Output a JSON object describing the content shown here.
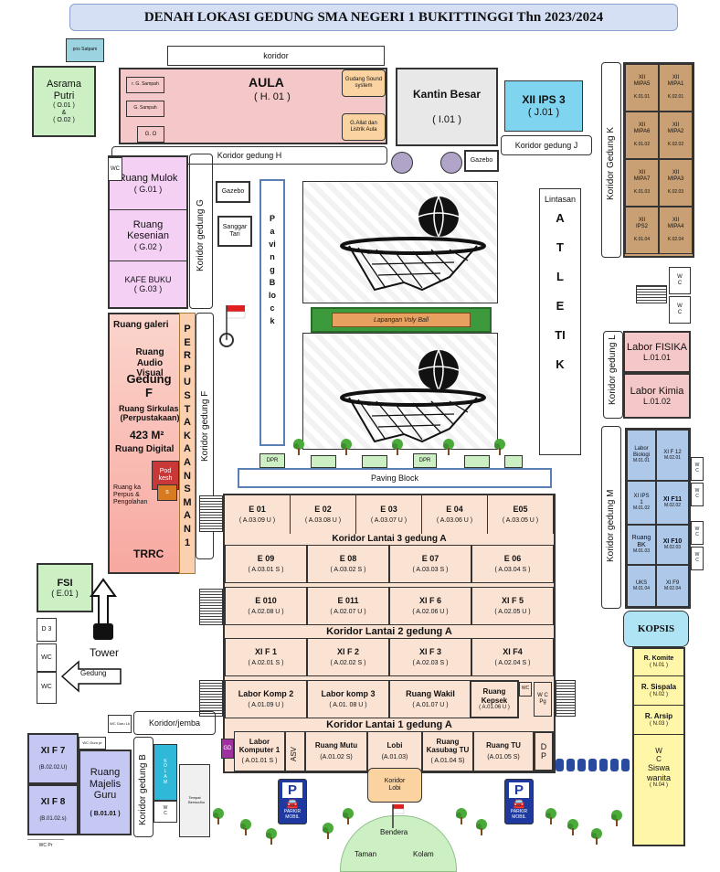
{
  "title": "DENAH LOKASI GEDUNG SMA NEGERI 1 BUKITTINGGI Thn 2023/2024",
  "colors": {
    "pink": "#f4c8c8",
    "peach": "#fbe3d4",
    "violet": "#f5d0f5",
    "brown": "#c8a074",
    "blue": "#aec8ea",
    "yellow": "#fff6a8",
    "cyan": "#7fd4f0",
    "green": "#ccf0c4",
    "salmon": "#f7b0a8",
    "teal": "#2fb8d8"
  },
  "top": {
    "pos_satpam": "pos Satpam",
    "koridor": "koridor",
    "asrama": {
      "name": "Asrama Putri",
      "code1": "( O.01 )",
      "amp": "&",
      "code2": "( O.02 )"
    },
    "aula": {
      "name": "AULA",
      "code": "( H. 01 )",
      "gudang_sampah": "r. G. Sampah",
      "g_sampah": "G. Sampah",
      "go": "G. O",
      "gudang_sound": "Gudang Sound system",
      "gallat": "G.Allat dan Listrik Aula"
    },
    "kantin": {
      "name": "Kantin Besar",
      "code": "( I.01 )"
    },
    "xi_ips3": {
      "name": "XII IPS 3",
      "code": "( J.01 )"
    },
    "koridor_h": "Koridor gedung H",
    "koridor_j": "Koridor gedung J",
    "gazebo": "Gazebo"
  },
  "gedung_g": {
    "wc": "WC",
    "mulok": {
      "name": "Ruang Mulok",
      "code": "( G.01 )"
    },
    "kesenian": {
      "name": "Ruang Kesenian",
      "code": "( G.02 )"
    },
    "kafe": {
      "name": "KAFE BUKU",
      "code": "( G.03 )"
    },
    "koridor": "Koridor gedung G",
    "gazebo": "Gazebo",
    "sanggar": "Sanggar Tari"
  },
  "gedung_f": {
    "galeri": "Ruang galeri",
    "audio": "Ruang Audio Visual",
    "gedung": "Gedung F",
    "sirkulasi": "Ruang Sirkulasi (Perpustakaan)",
    "luas": "423 M²",
    "digital": "Ruang Digital",
    "podkesh": "Pod kesh",
    "s": "s",
    "kepala": "Ruang ka Perpus & Pengolahan",
    "trrc": "TRRC",
    "perpustakaan": "PERPUSTAKAAN SMAN 1",
    "koridor": "Koridor gedung F"
  },
  "center": {
    "paving_block": "Paving Block",
    "lapangan_voly": "Lapangan Voly Ball",
    "dpr": "DPR",
    "lintasan": "Lintasan",
    "atletik": "ATLETIK"
  },
  "gedung_k": {
    "koridor": "Koridor Gedung K",
    "rooms": [
      {
        "l1": "XII",
        "l2": "MIPA5",
        "code": "K.01.01"
      },
      {
        "l1": "XII",
        "l2": "MIPA1",
        "code": "K.02.01"
      },
      {
        "l1": "XII",
        "l2": "MIPA6",
        "code": "K.01.02"
      },
      {
        "l1": "XII",
        "l2": "MIPA2",
        "code": "K.02.02"
      },
      {
        "l1": "XII",
        "l2": "MIPA7",
        "code": "K.01.03"
      },
      {
        "l1": "XII",
        "l2": "MIPA3",
        "code": "K.02.03"
      },
      {
        "l1": "XII",
        "l2": "IPS2",
        "code": "K.01.04"
      },
      {
        "l1": "XII",
        "l2": "MIPA4",
        "code": "K.02.04"
      }
    ],
    "wc": "W C"
  },
  "gedung_l": {
    "koridor": "Koridor gedung L",
    "fisika": {
      "name": "Labor FISIKA",
      "code": "L.01.01"
    },
    "kimia": {
      "name": "Labor Kimia",
      "code": "L.01.02"
    }
  },
  "gedung_m": {
    "koridor": "Koridor gedung M",
    "biologi": {
      "name": "Labor Biologi",
      "code": "M.01.01"
    },
    "xf12": {
      "name": "XI F 12",
      "code": "M.02.01"
    },
    "ips1": {
      "name": "XI IPS 1",
      "code": "M.01.02"
    },
    "xf11": {
      "name": "XI F11",
      "code": "M.02.02"
    },
    "bk": {
      "name": "Ruang BK",
      "code": "M.01.03"
    },
    "xf10": {
      "name": "XI F10",
      "code": "M.02.03"
    },
    "uks": {
      "name": "UKS",
      "code": "M.01.04"
    },
    "xf9": {
      "name": "XI F9",
      "code": "M.02.04"
    },
    "wc": "W C"
  },
  "kopsis": "KOPSIS",
  "gedung_n": {
    "komite": {
      "name": "R. Komite",
      "code": "( N.01 )"
    },
    "sispala": {
      "name": "R. Sispala",
      "code": "( N.02 )"
    },
    "arsip": {
      "name": "R. Arsip",
      "code": "( N.03 )"
    },
    "wc_siswa": {
      "l1": "W C",
      "l2": "Siswa wanita",
      "code": "( N.04 )"
    }
  },
  "lantai3": {
    "label": "Koridor Lantai 3 gedung A",
    "row1": [
      {
        "name": "E 01",
        "code": "( A.03.09 U )"
      },
      {
        "name": "E 02",
        "code": "( A.03.08 U )"
      },
      {
        "name": "E 03",
        "code": "( A.03.07 U )"
      },
      {
        "name": "E 04",
        "code": "( A.03.06 U )"
      },
      {
        "name": "E05",
        "code": "( A.03.05 U )"
      }
    ],
    "row2": [
      {
        "name": "E 09",
        "code": "( A.03.01 S )"
      },
      {
        "name": "E 08",
        "code": "( A.03.02 S )"
      },
      {
        "name": "E 07",
        "code": "( A.03.03 S )"
      },
      {
        "name": "E 06",
        "code": "( A.03.04 S )"
      }
    ]
  },
  "lantai2": {
    "label": "Koridor Lantai 2 gedung A",
    "row1": [
      {
        "name": "E 010",
        "code": "( A.02.08 U )"
      },
      {
        "name": "E 011",
        "code": "( A.02.07 U )"
      },
      {
        "name": "XI F 6",
        "code": "( A.02.06 U )"
      },
      {
        "name": "XI F 5",
        "code": "( A.02.05 U )"
      }
    ],
    "row2": [
      {
        "name": "XI F 1",
        "code": "( A.02.01 S )"
      },
      {
        "name": "XI F 2",
        "code": "( A.02.02 S )"
      },
      {
        "name": "XI F 3",
        "code": "( A.02.03 S )"
      },
      {
        "name": "XI F4",
        "code": "( A.02.04 S )"
      }
    ]
  },
  "lantai1": {
    "label": "Koridor Lantai 1 gedung A",
    "row1": [
      {
        "name": "Labor Komp 2",
        "code": "( A.01.09 U )"
      },
      {
        "name": "Labor komp 3",
        "code": "( A.01. 08 U )"
      },
      {
        "name": "Ruang Wakil",
        "code": "( A.01.07 U )"
      }
    ],
    "kepsek": {
      "name": "Ruang Kepsek",
      "code": "( A.01.06 U )"
    },
    "wc": "WC",
    "pg": "Pg",
    "wc2": "W C",
    "row2": [
      {
        "name": "Labor Komputer 1",
        "code": "( A.01.01 S )"
      },
      {
        "name": "Ruang Mutu",
        "code": "(A.01.02 S)"
      },
      {
        "name": "Lobi",
        "code": "(A.01.03)"
      },
      {
        "name": "Ruang Kasubag TU",
        "code": "( A.01.04 S)"
      },
      {
        "name": "Ruang TU",
        "code": "(A.01.05 S)"
      }
    ],
    "asv": "ASV",
    "gd": "GD",
    "dp": "D P",
    "koridor_lobi": "Koridor Lobi"
  },
  "left_bottom": {
    "fsi": {
      "name": "FSI",
      "code": "( E.01 )"
    },
    "d3": "D 3",
    "wc": "WC",
    "tower": "Tower",
    "gedung": "Gedung",
    "koridor_jemba": "Koridor/jemba",
    "wc_guru": "WC Guru Lk",
    "wc_guru2": "WC Guru pr",
    "xif7": {
      "name": "XI F 7",
      "code": "(B.02.02.U)"
    },
    "xif8": {
      "name": "XI F 8",
      "code": "(B.01.02.s)"
    },
    "majelis": {
      "name": "Ruang Majelis Guru",
      "code": "( B.01.01 )"
    },
    "koridor_b": "Koridor gedung B",
    "kolam": "K O L A M",
    "wc_c": "W C",
    "tempat": "Tempat Berwudhu",
    "wc_pr": "WC Pr"
  },
  "bottom": {
    "parkir": "PARKIR MOBIL",
    "bendera": "Bendera",
    "taman": "Taman",
    "kolam": "Kolam"
  }
}
